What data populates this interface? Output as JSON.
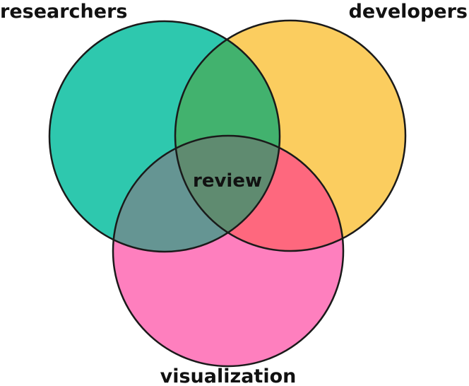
{
  "diagram": {
    "type": "venn",
    "sets": [
      {
        "label": "researchers",
        "color": "#2ec8ae"
      },
      {
        "label": "developers",
        "color": "#fbcd5f"
      },
      {
        "label": "visualization",
        "color": "#fe7fbe"
      }
    ],
    "intersections": {
      "researchers_developers": "#42b26e",
      "researchers_visualization": "#659593",
      "developers_visualization": "#fe687e",
      "all": {
        "label": "review",
        "color": "#5f8b70"
      }
    }
  }
}
